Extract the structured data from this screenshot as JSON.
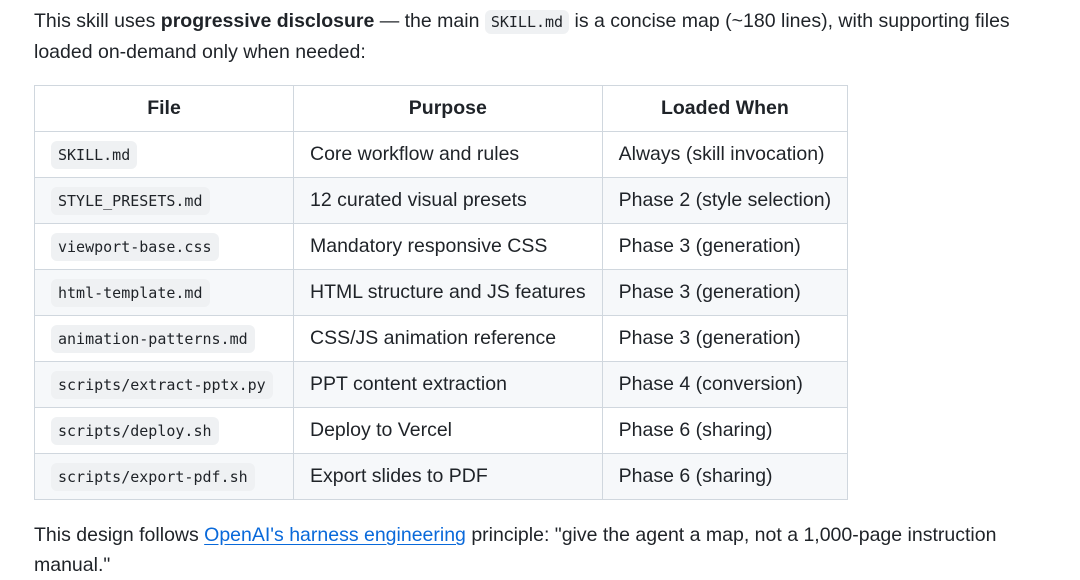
{
  "intro": {
    "before": "This skill uses ",
    "bold": "progressive disclosure",
    "middle": " — the main ",
    "code": "SKILL.md",
    "after": " is a concise map (~180 lines), with supporting files loaded on-demand only when needed:"
  },
  "table": {
    "headers": [
      "File",
      "Purpose",
      "Loaded When"
    ],
    "rows": [
      {
        "file": "SKILL.md",
        "purpose": "Core workflow and rules",
        "loaded": "Always (skill invocation)"
      },
      {
        "file": "STYLE_PRESETS.md",
        "purpose": "12 curated visual presets",
        "loaded": "Phase 2 (style selection)"
      },
      {
        "file": "viewport-base.css",
        "purpose": "Mandatory responsive CSS",
        "loaded": "Phase 3 (generation)"
      },
      {
        "file": "html-template.md",
        "purpose": "HTML structure and JS features",
        "loaded": "Phase 3 (generation)"
      },
      {
        "file": "animation-patterns.md",
        "purpose": "CSS/JS animation reference",
        "loaded": "Phase 3 (generation)"
      },
      {
        "file": "scripts/extract-pptx.py",
        "purpose": "PPT content extraction",
        "loaded": "Phase 4 (conversion)"
      },
      {
        "file": "scripts/deploy.sh",
        "purpose": "Deploy to Vercel",
        "loaded": "Phase 6 (sharing)"
      },
      {
        "file": "scripts/export-pdf.sh",
        "purpose": "Export slides to PDF",
        "loaded": "Phase 6 (sharing)"
      }
    ]
  },
  "outro": {
    "before": "This design follows ",
    "link_text": "OpenAI's harness engineering",
    "after": " principle: \"give the agent a map, not a 1,000-page instruction manual.\""
  },
  "colors": {
    "text": "#1f2328",
    "link": "#0969da",
    "border": "#d0d7de",
    "stripe": "#f6f8fa",
    "code_bg": "#eff1f3"
  }
}
